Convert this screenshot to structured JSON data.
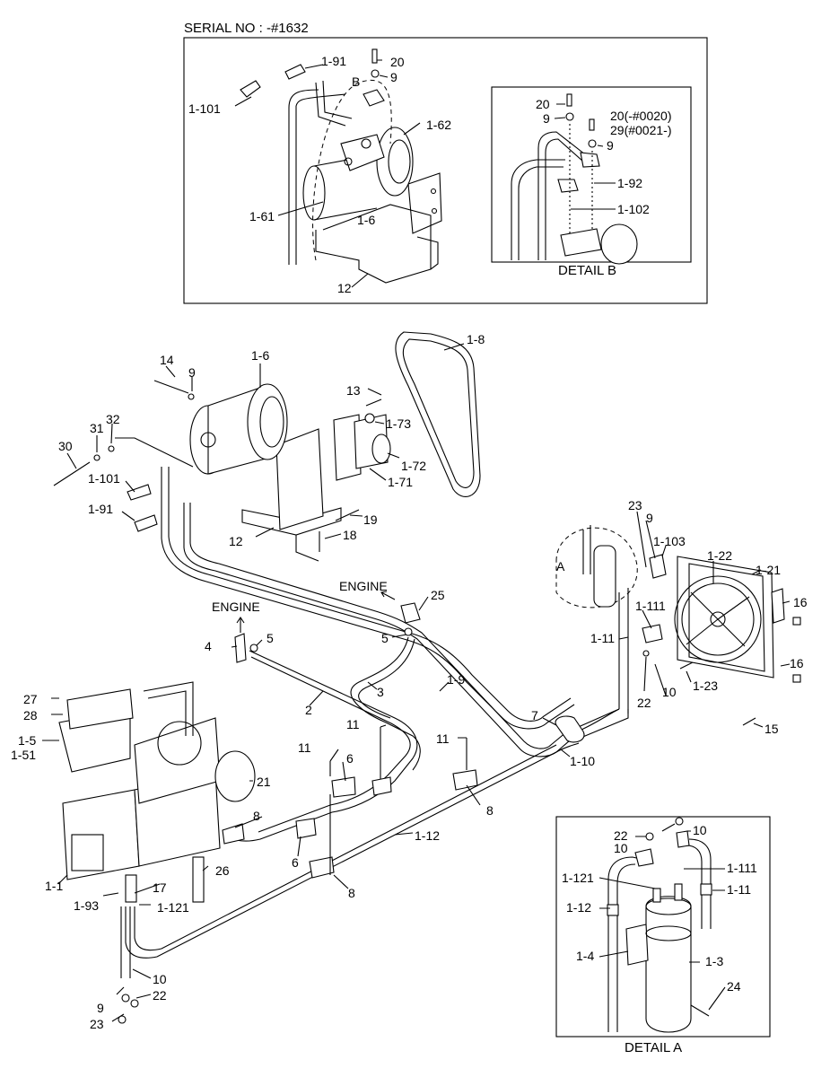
{
  "titles": {
    "serial": "SERIAL NO : -#1632",
    "detail_b": "DETAIL B",
    "detail_a": "DETAIL A",
    "detail_b_letter": "B",
    "detail_a_letter": "A",
    "engine_1": "ENGINE",
    "engine_2": "ENGINE"
  },
  "callouts": {
    "t_20": "20",
    "t_9": "9",
    "t_191": "1-91",
    "t_1101": "1-101",
    "t_162": "1-62",
    "t_161": "1-61",
    "t_16": "1-6",
    "t_12": "12",
    "b_20": "20",
    "b_9a": "9",
    "b_20b": "20(-#0020)",
    "b_29": "29(#0021-)",
    "b_9b": "9",
    "b_192": "1-92",
    "b_1102": "1-102",
    "m_14": "14",
    "m_9": "9",
    "m_16": "1-6",
    "m_18": "1-8",
    "m_13": "13",
    "m_173": "1-73",
    "m_172": "1-72",
    "m_171": "1-71",
    "m_32": "32",
    "m_31": "31",
    "m_30": "30",
    "m_1101": "1-101",
    "m_191": "1-91",
    "m_12": "12",
    "m_19": "19",
    "m_18b": "18",
    "m_25": "25",
    "m_5a": "5",
    "m_4": "4",
    "m_5b": "5",
    "m_23": "23",
    "m_9b": "9",
    "m_1103": "1-103",
    "m_122": "1-22",
    "m_121": "1-21",
    "m_16b": "16",
    "m_1111": "1-111",
    "m_111": "1-11",
    "m_16c": "16",
    "m_22": "22",
    "m_10": "10",
    "m_123": "1-23",
    "m_15": "15",
    "m_19b": "1-9",
    "m_3": "3",
    "m_2": "2",
    "m_7": "7",
    "m_110": "1-10",
    "m_27": "27",
    "m_28": "28",
    "m_15b": "1-5",
    "m_151": "1-51",
    "m_11a": "11",
    "m_11b": "11",
    "m_11c": "11",
    "m_6a": "6",
    "m_21": "21",
    "m_8a": "8",
    "m_8b": "8",
    "m_6b": "6",
    "m_112": "1-12",
    "m_8c": "8",
    "m_11": "1-1",
    "m_26": "26",
    "m_17": "17",
    "m_193": "1-93",
    "m_1121": "1-121",
    "m_10b": "10",
    "m_9c": "9",
    "m_22b": "22",
    "m_23b": "23",
    "a_22": "22",
    "a_10a": "10",
    "a_10b": "10",
    "a_1121": "1-121",
    "a_1111": "1-111",
    "a_112": "1-12",
    "a_111": "1-11",
    "a_14": "1-4",
    "a_13": "1-3",
    "a_24": "24"
  }
}
